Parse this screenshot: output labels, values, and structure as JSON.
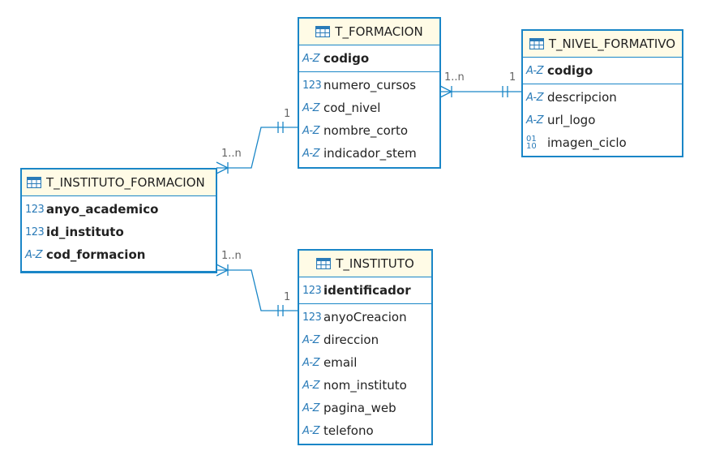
{
  "icons": {
    "string": "A-Z",
    "number": "123",
    "binary_top": "01",
    "binary_bottom": "10",
    "table": "table-icon"
  },
  "colors": {
    "accent": "#1a86c7",
    "header_bg": "#fffbe6",
    "icon": "#2a7bb8"
  },
  "entities": {
    "formacion": {
      "title": "T_FORMACION",
      "pk": [
        {
          "name": "codigo",
          "type": "A-Z"
        }
      ],
      "cols": [
        {
          "name": "numero_cursos",
          "type": "123"
        },
        {
          "name": "cod_nivel",
          "type": "A-Z"
        },
        {
          "name": "nombre_corto",
          "type": "A-Z"
        },
        {
          "name": "indicador_stem",
          "type": "A-Z"
        }
      ]
    },
    "nivel": {
      "title": "T_NIVEL_FORMATIVO",
      "pk": [
        {
          "name": "codigo",
          "type": "A-Z"
        }
      ],
      "cols": [
        {
          "name": "descripcion",
          "type": "A-Z"
        },
        {
          "name": "url_logo",
          "type": "A-Z"
        },
        {
          "name": "imagen_ciclo",
          "type": "binary"
        }
      ]
    },
    "inst_form": {
      "title": "T_INSTITUTO_FORMACION",
      "pk": [
        {
          "name": "anyo_academico",
          "type": "123"
        },
        {
          "name": "id_instituto",
          "type": "123"
        },
        {
          "name": "cod_formacion",
          "type": "A-Z"
        }
      ],
      "cols": []
    },
    "instituto": {
      "title": "T_INSTITUTO",
      "pk": [
        {
          "name": "identificador",
          "type": "123"
        }
      ],
      "cols": [
        {
          "name": "anyoCreacion",
          "type": "123"
        },
        {
          "name": "direccion",
          "type": "A-Z"
        },
        {
          "name": "email",
          "type": "A-Z"
        },
        {
          "name": "nom_instituto",
          "type": "A-Z"
        },
        {
          "name": "pagina_web",
          "type": "A-Z"
        },
        {
          "name": "telefono",
          "type": "A-Z"
        }
      ]
    }
  },
  "cardinalities": {
    "form_nivel_many": "1..n",
    "form_nivel_one": "1",
    "if_form_many": "1..n",
    "if_form_one": "1",
    "if_inst_many": "1..n",
    "if_inst_one": "1"
  }
}
